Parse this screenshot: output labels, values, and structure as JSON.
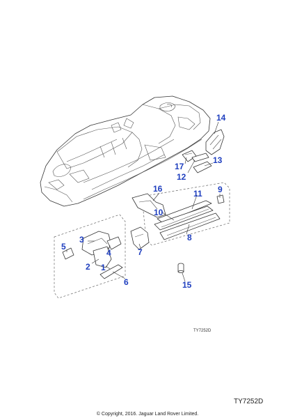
{
  "callout_color": "#1f3fbf",
  "line_color": "#333333",
  "callouts": [
    {
      "id": "c14",
      "label": "14"
    },
    {
      "id": "c13",
      "label": "13"
    },
    {
      "id": "c17",
      "label": "17"
    },
    {
      "id": "c12",
      "label": "12"
    },
    {
      "id": "c16",
      "label": "16"
    },
    {
      "id": "c11",
      "label": "11"
    },
    {
      "id": "c9",
      "label": "9"
    },
    {
      "id": "c10",
      "label": "10"
    },
    {
      "id": "c8",
      "label": "8"
    },
    {
      "id": "c3",
      "label": "3"
    },
    {
      "id": "c5",
      "label": "5"
    },
    {
      "id": "c4",
      "label": "4"
    },
    {
      "id": "c7",
      "label": "7"
    },
    {
      "id": "c2",
      "label": "2"
    },
    {
      "id": "c1",
      "label": "1"
    },
    {
      "id": "c6",
      "label": "6"
    },
    {
      "id": "c15",
      "label": "15"
    }
  ],
  "diagram_ref_small": "TY7252D",
  "diagram_ref_large": "TY7252D",
  "copyright": "© Copyright, 2016. Jaguar Land Rover Limited."
}
